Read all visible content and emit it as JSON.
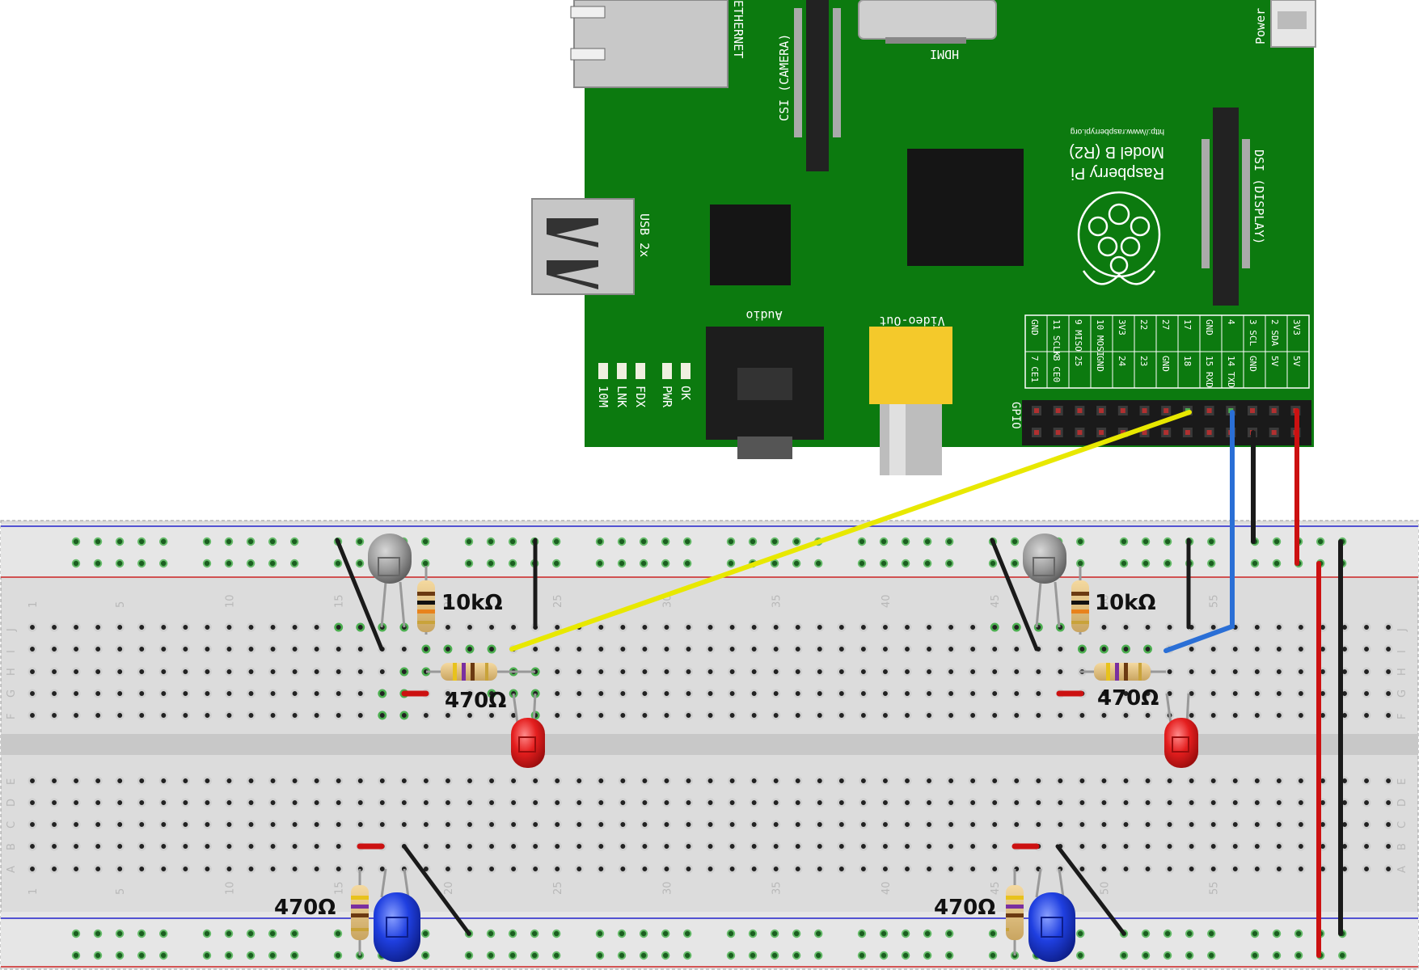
{
  "board": {
    "logo_text": "Raspberry Pi",
    "model_text": "Model B (R2)",
    "url_text": "http://www.raspberrypi.org",
    "ports": {
      "ethernet": "ETHERNET",
      "csi": "CSI (CAMERA)",
      "hdmi": "HDMI",
      "power": "Power",
      "dsi": "DSI (DISPLAY)",
      "usb": "USB 2x",
      "audio": "Audio",
      "video": "Video-Out",
      "gpio": "GPIO"
    },
    "leds": [
      "10M",
      "LNK",
      "FDX",
      "PWR",
      "OK"
    ],
    "pin_top_row": [
      "GND",
      "11 SCLK",
      "9 MISO",
      "10 MOSI",
      "3V3",
      "22",
      "27",
      "17",
      "GND",
      "4",
      "3 SCL",
      "2 SDA",
      "3V3"
    ],
    "pin_bottom_row": [
      "7 CE1",
      "8 CE0",
      "25",
      "GND",
      "24",
      "23",
      "GND",
      "18",
      "15 RXD",
      "14 TXD",
      "GND",
      "5V",
      "5V"
    ]
  },
  "breadboard": {
    "row_letters_top": [
      "J",
      "I",
      "H",
      "G",
      "F"
    ],
    "row_letters_bottom": [
      "E",
      "D",
      "C",
      "B",
      "A"
    ],
    "column_numbers": [
      "1",
      "5",
      "10",
      "15",
      "20",
      "25",
      "30",
      "35",
      "40",
      "45",
      "50",
      "55"
    ]
  },
  "components": {
    "resistor_10k": "10kΩ",
    "resistor_470": "470Ω"
  },
  "colors": {
    "pcb": "#0c7a0f",
    "wire_yellow": "#e8e800",
    "wire_blue": "#2a6fd6",
    "wire_red": "#cc1111",
    "wire_black": "#1a1a1a",
    "led_red": "#e41e1e",
    "led_blue": "#1f3fe0",
    "led_grey": "#9a9a9a"
  }
}
